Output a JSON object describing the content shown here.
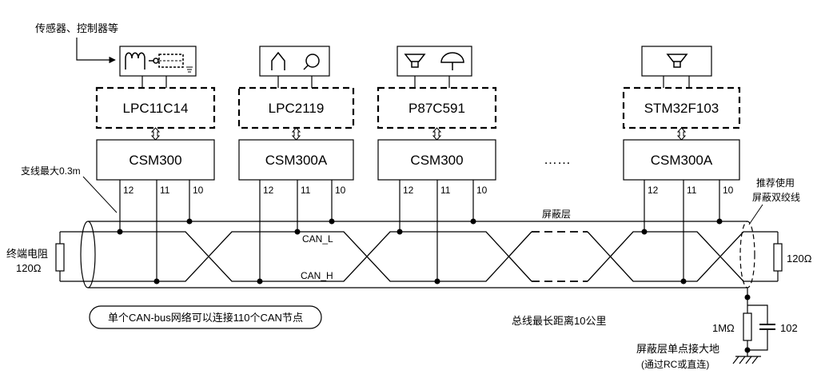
{
  "annotations": {
    "sensor_caption": "传感器、控制器等",
    "branch_length": "支线最大0.3m",
    "cable_recommendation": [
      "推荐使用",
      "屏蔽双绞线"
    ],
    "shield_label": "屏蔽层",
    "node_capacity": "单个CAN-bus网络可以连接110个CAN节点",
    "bus_max_length": "总线最长距离10公里",
    "ellipsis": "……"
  },
  "nodes": [
    {
      "mcu": "LPC11C14",
      "transceiver": "CSM300",
      "pins": [
        "12",
        "11",
        "10"
      ],
      "icons": [
        "coil-sensor-icon",
        "relay-switch-icon"
      ]
    },
    {
      "mcu": "LPC2119",
      "transceiver": "CSM300A",
      "pins": [
        "12",
        "11",
        "10"
      ],
      "icons": [
        "flask-sensor-icon",
        "photo-sensor-icon"
      ]
    },
    {
      "mcu": "P87C591",
      "transceiver": "CSM300",
      "pins": [
        "12",
        "11",
        "10"
      ],
      "icons": [
        "horn-speaker-icon",
        "dome-bell-icon"
      ]
    },
    {
      "mcu": "STM32F103",
      "transceiver": "CSM300A",
      "pins": [
        "12",
        "11",
        "10"
      ],
      "icons": [
        "horn-speaker-icon"
      ]
    }
  ],
  "bus": {
    "can_l": "CAN_L",
    "can_h": "CAN_H"
  },
  "termination": {
    "left_label": "终端电阻",
    "left_value": "120Ω",
    "right_value": "120Ω"
  },
  "grounding": {
    "resistor": "1MΩ",
    "capacitor": "102",
    "note": [
      "屏蔽层单点接大地",
      "(通过RC或直连)"
    ]
  },
  "colors": {
    "line": "#000000",
    "background": "#ffffff"
  }
}
